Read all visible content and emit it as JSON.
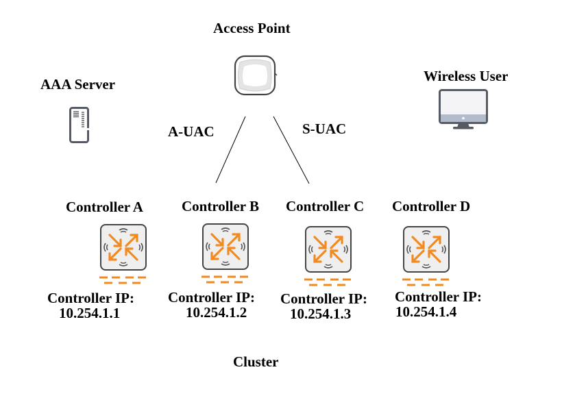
{
  "diagram": {
    "access_point": {
      "label": "Access Point",
      "icon": "access-point-icon"
    },
    "aaa_server": {
      "label": "AAA Server",
      "icon": "server-icon"
    },
    "wireless_user": {
      "label": "Wireless User",
      "icon": "monitor-icon"
    },
    "links": [
      {
        "label": "A-UAC",
        "from": "Access Point",
        "to": "Controller B"
      },
      {
        "label": "S-UAC",
        "from": "Access Point",
        "to": "Controller C"
      }
    ],
    "controllers": [
      {
        "name": "Controller A",
        "ip_label": "Controller IP:",
        "ip": "10.254.1.1"
      },
      {
        "name": "Controller B",
        "ip_label": "Controller IP:",
        "ip": "10.254.1.2"
      },
      {
        "name": "Controller C",
        "ip_label": "Controller IP:",
        "ip": "10.254.1.3"
      },
      {
        "name": "Controller D",
        "ip_label": "Controller IP:",
        "ip": "10.254.1.4"
      }
    ],
    "cluster_label": "Cluster",
    "colors": {
      "accent": "#f28a22",
      "icon_gray": "#555a63",
      "screen_base": "#b3bccd"
    }
  }
}
